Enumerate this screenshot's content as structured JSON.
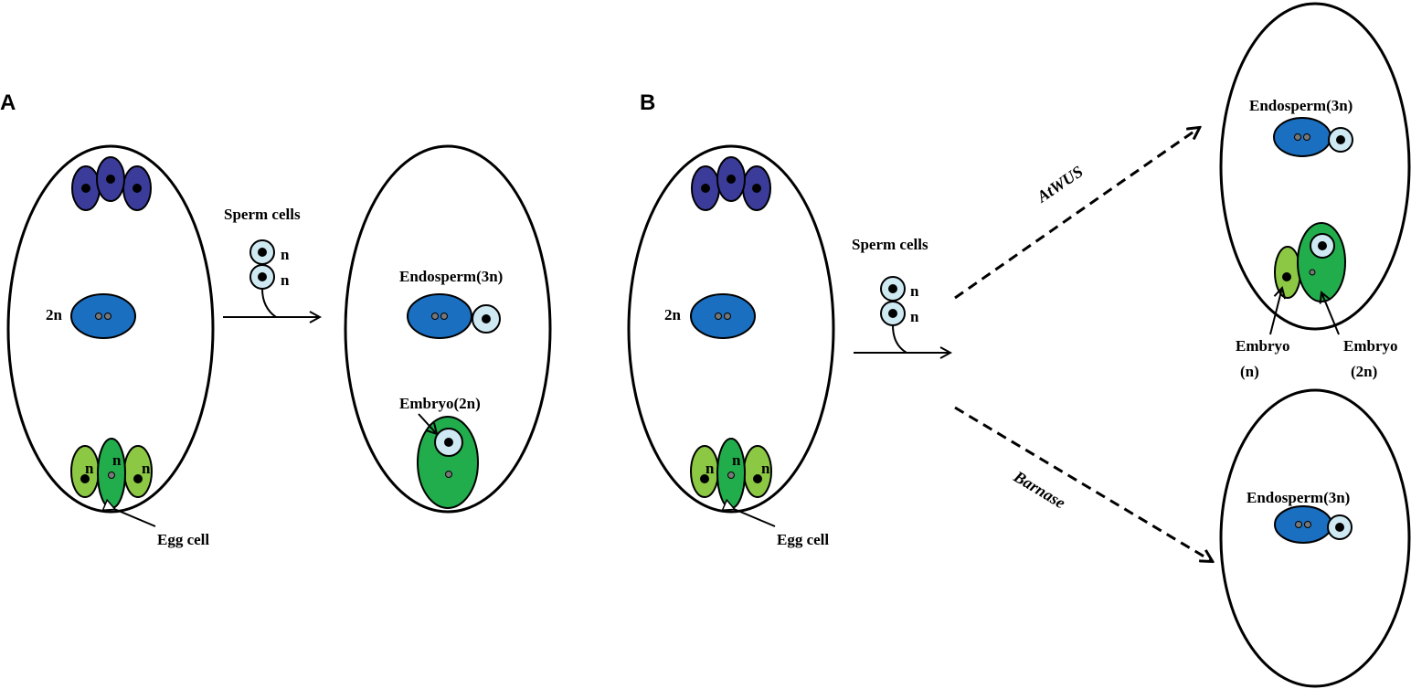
{
  "panel_a": {
    "label": "A",
    "sperm_cells": "Sperm cells",
    "ploidy_n": "n",
    "central_ploidy": "2n",
    "endosperm": "Endosperm(3n)",
    "embryo": "Embryo(2n)",
    "egg_cell": "Egg cell"
  },
  "panel_b": {
    "label": "B",
    "sperm_cells": "Sperm cells",
    "ploidy_n": "n",
    "central_ploidy": "2n",
    "egg_cell": "Egg cell",
    "pathway_top": "AtWUS",
    "pathway_bottom": "Barnase",
    "endosperm_top": "Endosperm(3n)",
    "embryo_haploid_line1": "Embryo",
    "embryo_haploid_line2": "(n)",
    "embryo_diploid_line1": "Embryo",
    "embryo_diploid_line2": "(2n)",
    "endosperm_bottom": "Endosperm(3n)"
  },
  "colors": {
    "antipodal": "#3b3c9a",
    "polar_nuclei": "#1b6fc0",
    "egg": "#22ad4c",
    "synergid": "#8cc844",
    "sperm": "#cfe9f2"
  }
}
